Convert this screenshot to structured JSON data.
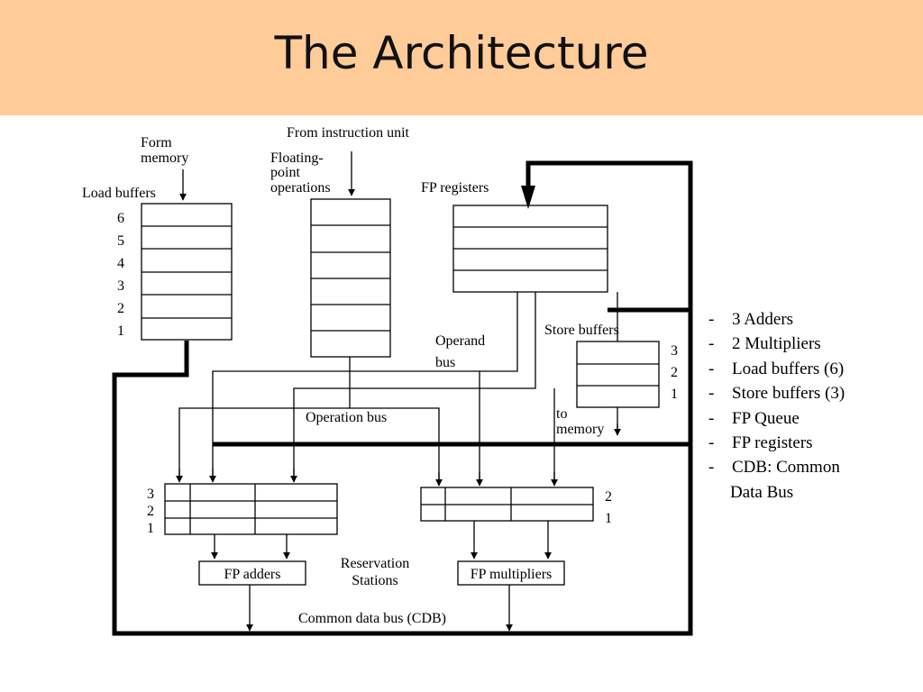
{
  "slide": {
    "title": "The Architecture"
  },
  "diagram": {
    "labels": {
      "from_instruction_unit": "From instruction unit",
      "form": "Form",
      "memory": "memory",
      "floating": "Floating-",
      "point": "point",
      "operations": "operations",
      "load_buffers": "Load buffers",
      "fp_registers": "FP registers",
      "store_buffers": "Store buffers",
      "operand": "Operand",
      "bus": "bus",
      "operation_bus": "Operation bus",
      "to": "to",
      "to_memory": "memory",
      "reservation": "Reservation",
      "stations": "Stations",
      "fp_adders": "FP adders",
      "fp_multipliers": "FP multipliers",
      "cdb": "Common data bus (CDB)"
    },
    "load_buffer_numbers": [
      "6",
      "5",
      "4",
      "3",
      "2",
      "1"
    ],
    "store_buffer_numbers": [
      "3",
      "2",
      "1"
    ],
    "adder_station_numbers": [
      "3",
      "2",
      "1"
    ],
    "multiplier_station_numbers": [
      "2",
      "1"
    ]
  },
  "notes": {
    "items": [
      "3 Adders",
      "2 Multipliers",
      "Load buffers (6)",
      "Store buffers (3)",
      "FP Queue",
      "FP registers",
      "CDB: Common"
    ],
    "continuation": "Data Bus"
  }
}
